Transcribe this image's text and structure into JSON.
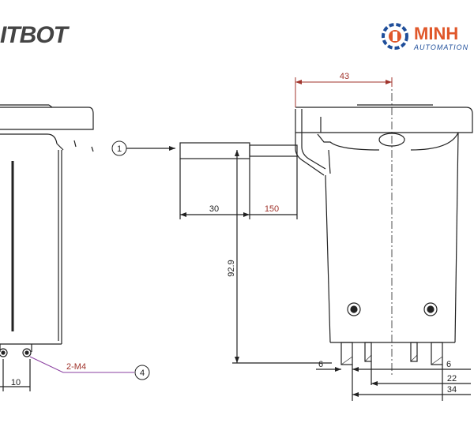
{
  "logos": {
    "left_text": "ITBOT",
    "right_text": "MINH",
    "right_subtext": "AUTOMATION"
  },
  "callouts": {
    "balloon_1": "1",
    "balloon_4": "4",
    "thread_note": "2-M4"
  },
  "dimensions": {
    "top_width": "43",
    "tube_length": "30",
    "tube_offset": "150",
    "height": "92.9",
    "left_pitch": "10",
    "foot_6": "6",
    "foot_22": "22",
    "foot_34": "34"
  },
  "colors": {
    "line": "#222222",
    "dimension_red": "#a0332b",
    "callout_purple": "#8a3fa0",
    "brand_red": "#d02a22",
    "brand_orange": "#e0572a",
    "brand_blue": "#1f4e9a"
  }
}
